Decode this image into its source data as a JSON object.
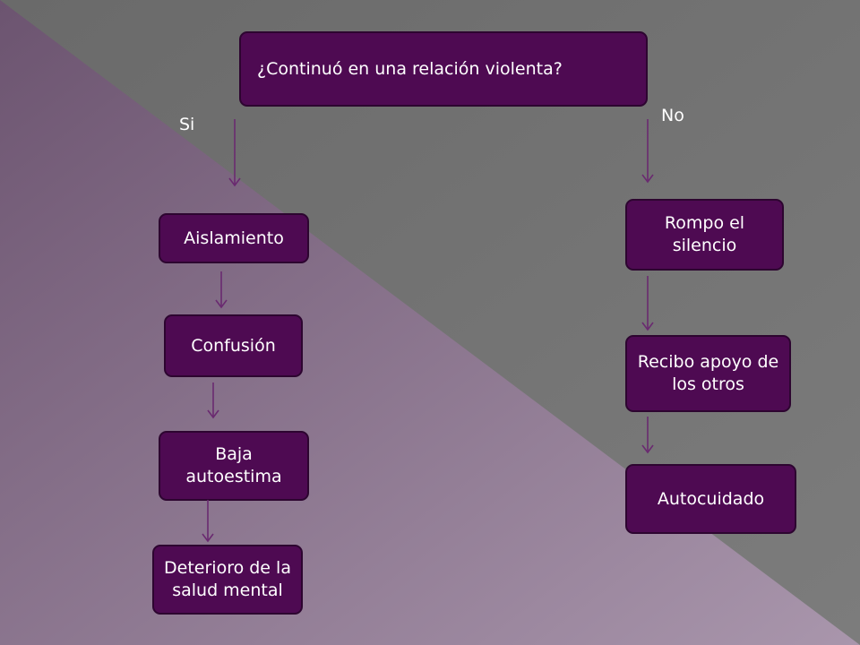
{
  "question": "¿Continuó en una relación violenta?",
  "branches": {
    "yes": "Si",
    "no": "No"
  },
  "left_chain": [
    "Aislamiento",
    "Confusión",
    "Baja autoestima",
    "Deterioro de la salud mental"
  ],
  "right_chain": [
    "Rompo el silencio",
    "Recibo apoyo de los otros",
    "Autocuidado"
  ],
  "colors": {
    "box_fill": "#4e0a52",
    "box_border": "#2d0530",
    "arrow": "#6a2a70",
    "background_gray": "#6f6f6f",
    "background_purple": "#8c6f93"
  }
}
